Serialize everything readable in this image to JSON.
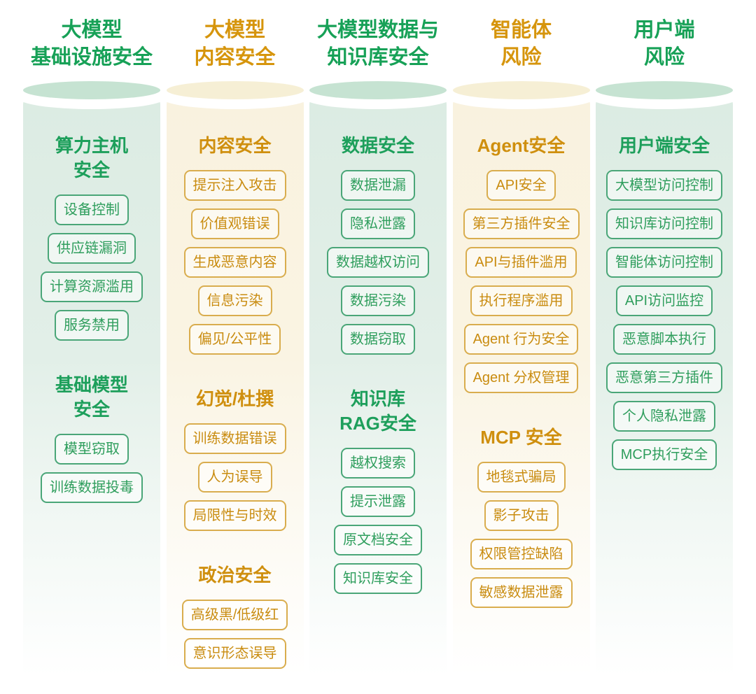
{
  "colors": {
    "green_title": "#17a157",
    "green_heading": "#1d9f5b",
    "green_item_text": "#2f9e5d",
    "green_item_border": "#4aa678",
    "green_ellipse": "#c6e3d2",
    "green_body_top": "#dcece3",
    "orange_title": "#d6950c",
    "orange_heading": "#cf8f0e",
    "orange_item_text": "#c98c10",
    "orange_item_border": "#d9ad4e",
    "orange_ellipse": "#f6efd5",
    "orange_body_top": "#f9f2df"
  },
  "columns": [
    {
      "theme": "green",
      "title": "大模型\n基础设施安全",
      "sections": [
        {
          "heading": "算力主机\n安全",
          "items": [
            "设备控制",
            "供应链漏洞",
            "计算资源滥用",
            "服务禁用"
          ]
        },
        {
          "heading": "基础模型\n安全",
          "items": [
            "模型窃取",
            "训练数据投毒"
          ]
        }
      ]
    },
    {
      "theme": "orange",
      "title": "大模型\n内容安全",
      "sections": [
        {
          "heading": "内容安全",
          "items": [
            "提示注入攻击",
            "价值观错误",
            "生成恶意内容",
            "信息污染",
            "偏见/公平性"
          ]
        },
        {
          "heading": "幻觉/杜撰",
          "items": [
            "训练数据错误",
            "人为误导",
            "局限性与时效"
          ]
        },
        {
          "heading": "政治安全",
          "items": [
            "高级黑/低级红",
            "意识形态误导"
          ]
        }
      ]
    },
    {
      "theme": "green",
      "title": "大模型数据与\n知识库安全",
      "sections": [
        {
          "heading": "数据安全",
          "items": [
            "数据泄漏",
            "隐私泄露",
            "数据越权访问",
            "数据污染",
            "数据窃取"
          ]
        },
        {
          "heading": "知识库\nRAG安全",
          "items": [
            "越权搜索",
            "提示泄露",
            "原文档安全",
            "知识库安全"
          ]
        }
      ]
    },
    {
      "theme": "orange",
      "title": "智能体\n风险",
      "sections": [
        {
          "heading": "Agent安全",
          "items": [
            "API安全",
            "第三方插件安全",
            "API与插件滥用",
            "执行程序滥用",
            "Agent 行为安全",
            "Agent 分权管理"
          ]
        },
        {
          "heading": "MCP 安全",
          "items": [
            "地毯式骗局",
            "影子攻击",
            "权限管控缺陷",
            "敏感数据泄露"
          ]
        }
      ]
    },
    {
      "theme": "green",
      "title": "用户端\n风险",
      "sections": [
        {
          "heading": "用户端安全",
          "items": [
            "大模型访问控制",
            "知识库访问控制",
            "智能体访问控制",
            "API访问监控",
            "恶意脚本执行",
            "恶意第三方插件",
            "个人隐私泄露",
            "MCP执行安全"
          ]
        }
      ]
    }
  ]
}
